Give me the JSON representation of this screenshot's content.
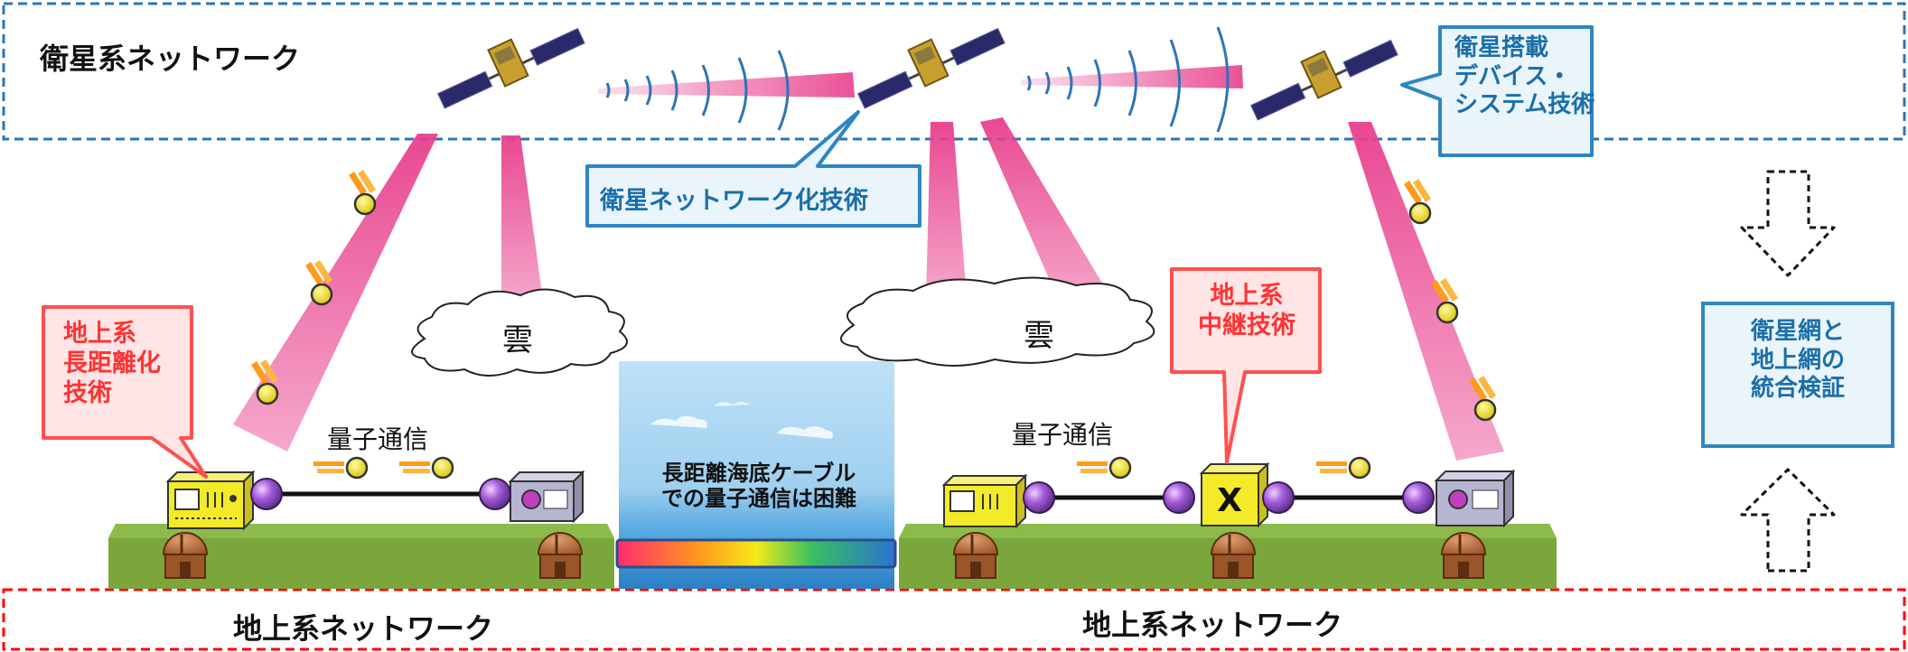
{
  "regions": {
    "satellite_network": "衛星系ネットワーク",
    "ground_network_left": "地上系ネットワーク",
    "ground_network_right": "地上系ネットワーク"
  },
  "callouts": {
    "onboard_device": "衛星搭載\nデバイス・\nシステム技術",
    "satellite_networking": "衛星ネットワーク化技術",
    "long_distance": "地上系\n長距離化\n技術",
    "relay": "地上系\n中継技術",
    "integration": "衛星網と\n地上網の\n統合検証"
  },
  "labels": {
    "cloud_left": "雲",
    "cloud_right": "雲",
    "quantum_left": "量子通信",
    "quantum_right": "量子通信",
    "undersea_cable": "長距離海底ケーブル\nでの量子通信は困難",
    "relay_node": "X"
  },
  "colors": {
    "satellite_border": "#2e74b5",
    "ground_border": "#ff0000",
    "callout_red_border": "#ff5050",
    "callout_red_fill": "#ffe5e5",
    "callout_red_text": "#ff3333",
    "callout_blue_border": "#2e86c1",
    "callout_blue_fill": "#eaf4fb",
    "callout_blue_text": "#1b6fa8",
    "beam": "#e83e8c",
    "ground": "#7aa63b",
    "photon": "#f0e010"
  },
  "icons": {
    "satellite": "satellite-icon",
    "photon": "photon-icon",
    "observatory": "observatory-dome-icon",
    "device": "quantum-device-icon",
    "arrow": "dashed-arrow-icon"
  }
}
